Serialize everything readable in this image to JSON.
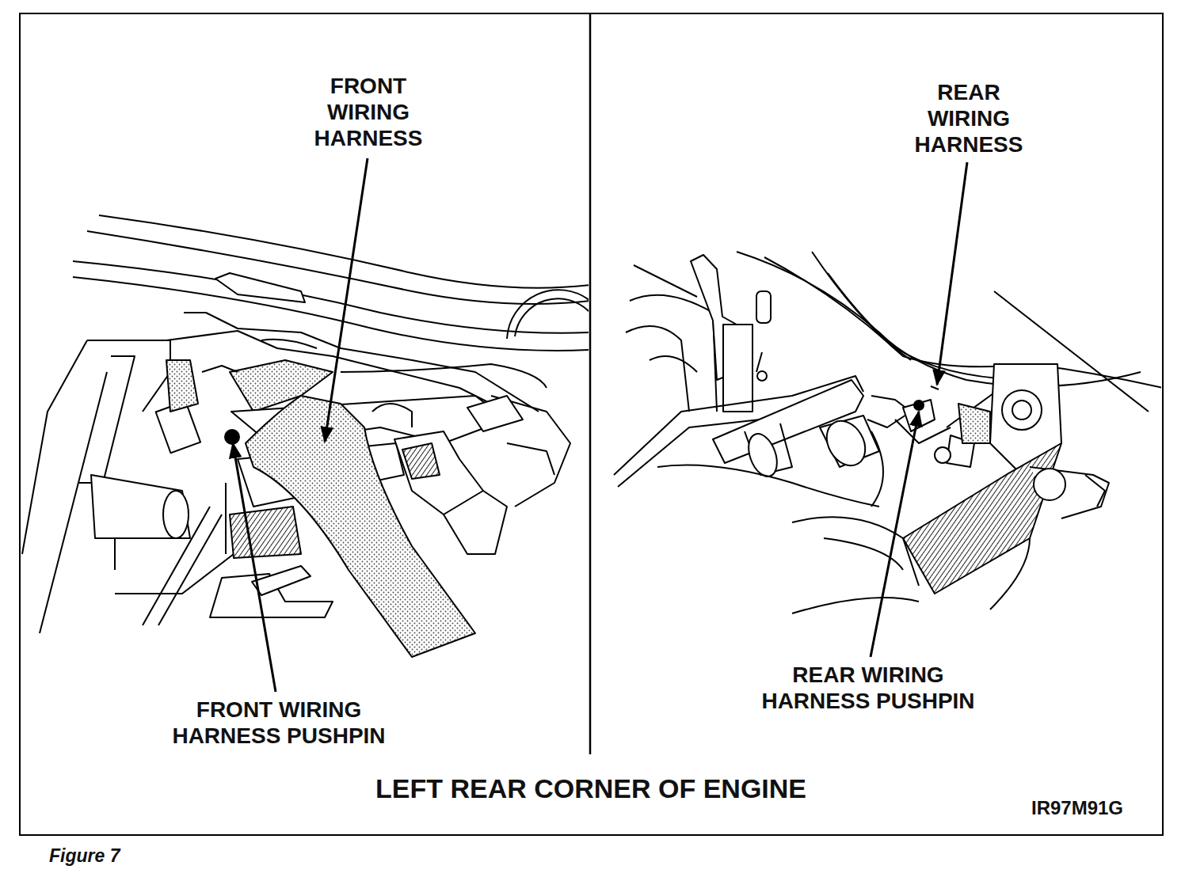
{
  "diagram": {
    "title": "LEFT REAR CORNER OF ENGINE",
    "caption": "Figure 7",
    "labels": [
      "FRONT WIRING HARNESS",
      "FRONT WIRING HARNESS PUSHPIN",
      "REAR WIRING HARNESS",
      "REAR WIRING HARNESS PUSHPIN",
      "IR97M91G"
    ]
  }
}
